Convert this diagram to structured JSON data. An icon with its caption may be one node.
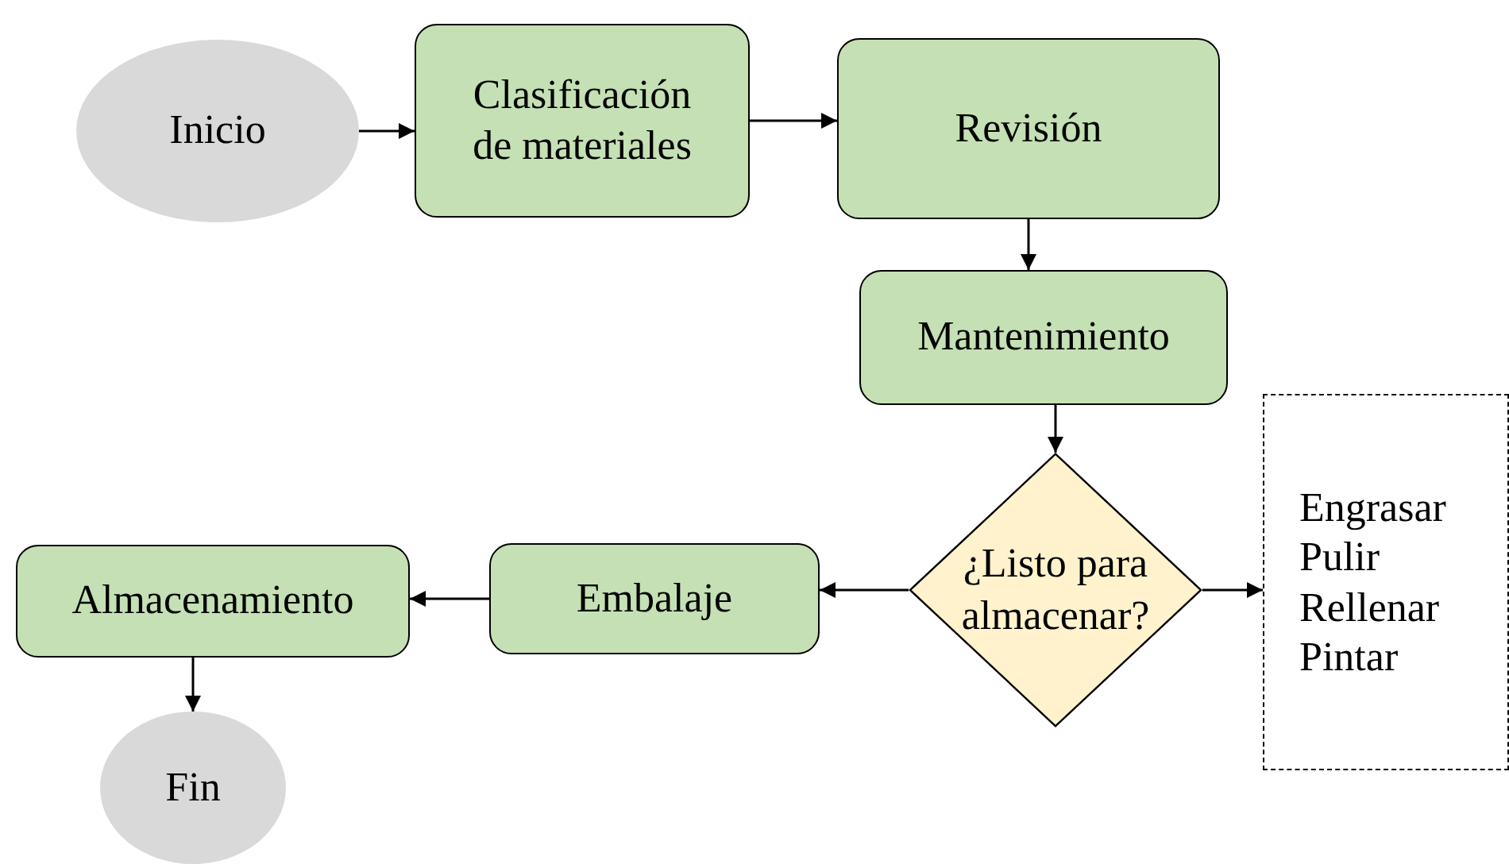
{
  "diagram": {
    "nodes": [
      {
        "text": [
          "Inicio"
        ]
      },
      {
        "text": [
          "Clasificación de materiales"
        ]
      },
      {
        "text": [
          "Revisión"
        ]
      },
      {
        "text": [
          "Mantenimiento"
        ]
      },
      {
        "text": [
          "¿Listo para almacenar?"
        ]
      },
      {
        "text": [
          "Embalaje"
        ]
      },
      {
        "text": [
          "Almacenamiento"
        ]
      },
      {
        "text": [
          "Fin"
        ]
      },
      {
        "text": [
          "Engrasar",
          "Pulir",
          "Rellenar",
          "Pintar"
        ]
      }
    ],
    "edges": [
      {
        "from": 0,
        "to": 1,
        "arrow": "to"
      },
      {
        "from": 1,
        "to": 2,
        "arrow": "to"
      },
      {
        "from": 2,
        "to": 3,
        "arrow": "to"
      },
      {
        "from": 3,
        "to": 4,
        "arrow": "to"
      },
      {
        "from": 4,
        "to": 8,
        "arrow": "to"
      },
      {
        "from": 4,
        "to": 5,
        "arrow": "to"
      },
      {
        "from": 5,
        "to": 6,
        "arrow": "to"
      },
      {
        "from": 6,
        "to": 7,
        "arrow": "to"
      }
    ]
  }
}
